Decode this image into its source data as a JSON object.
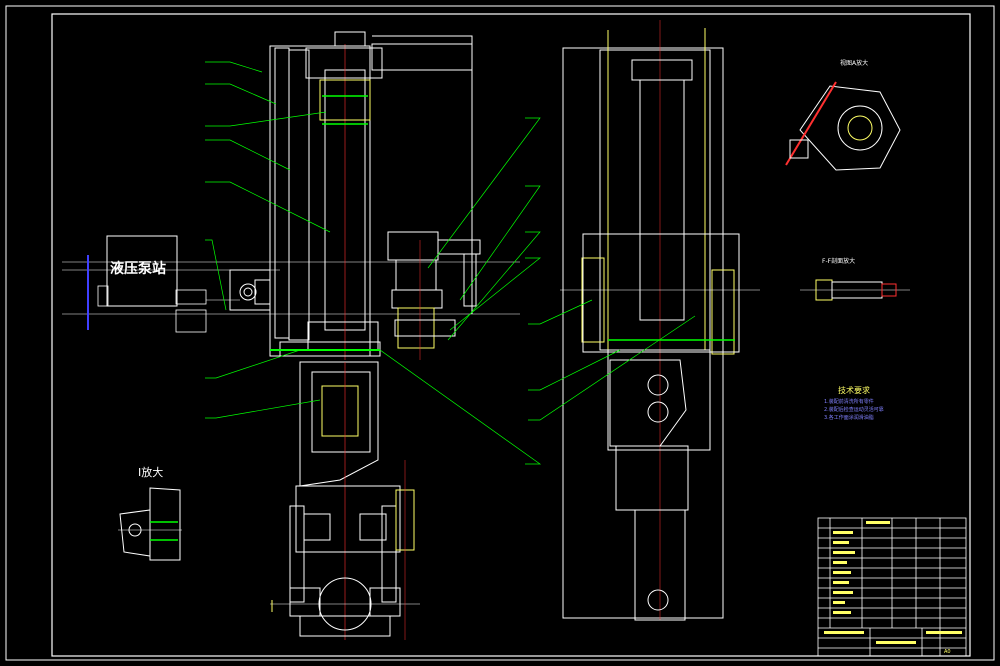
{
  "labels": {
    "pump_station": "液压泵站",
    "detail_i": "I放大",
    "detail_view": "视图A放大",
    "detail_ff": "F-F剖面放大",
    "tech_title": "技术要求"
  },
  "tech_notes": [
    "1.装配前清洗所有零件",
    "2.装配后检查运动灵活可靠",
    "3.各工作面涂润滑油脂"
  ],
  "title_block": {
    "sheet_label": "A0"
  },
  "colors": {
    "background": "#000000",
    "frame": "#ffffff",
    "leader": "#00ff00",
    "centerline": "#ff3030",
    "note_text": "#8080ff",
    "title_text": "#ffff66"
  }
}
